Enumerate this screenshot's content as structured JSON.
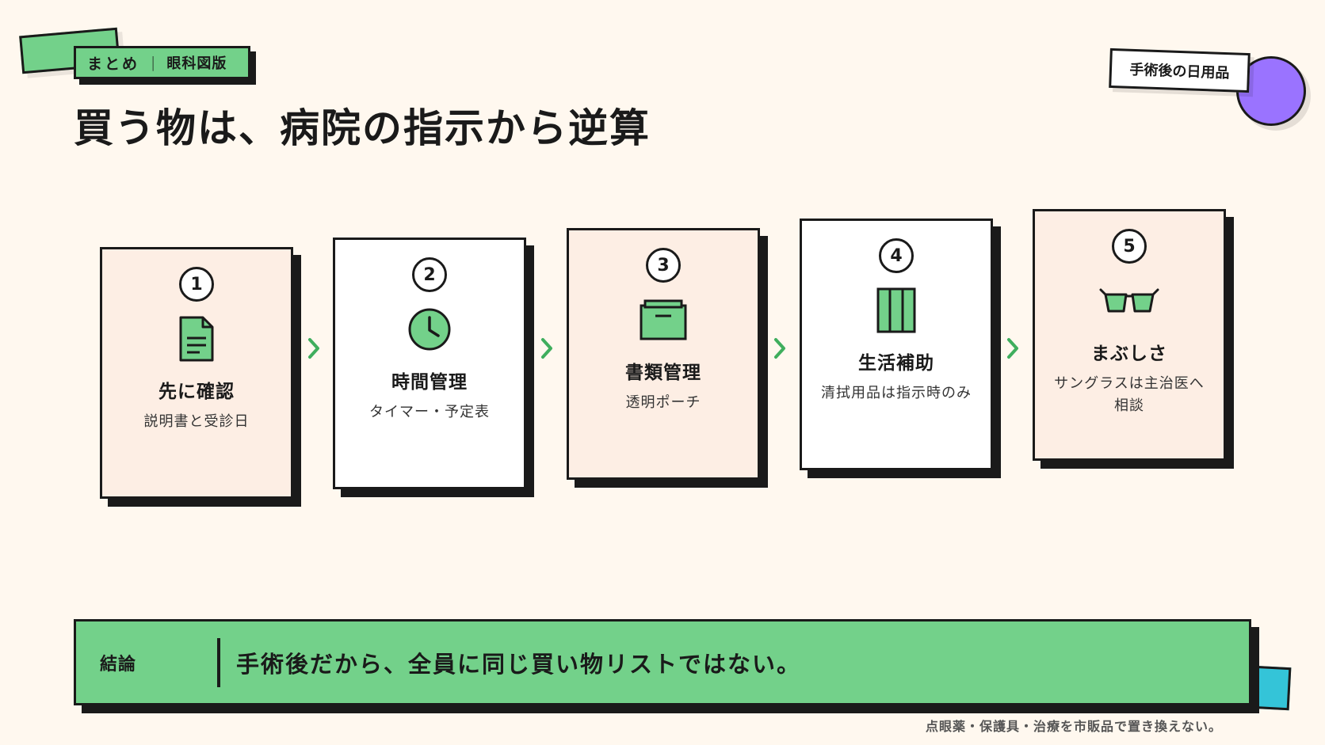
{
  "header": {
    "tag_label": "まとめ",
    "tag_separator": "|",
    "tag_sub": "眼科図版",
    "title": "買う物は、病院の指示から逆算"
  },
  "badge": {
    "label": "手術後の日用品"
  },
  "steps": [
    {
      "num": "1",
      "title": "先に確認",
      "desc": "説明書と受診日",
      "icon": "document-icon"
    },
    {
      "num": "2",
      "title": "時間管理",
      "desc": "タイマー・予定表",
      "icon": "clock-icon"
    },
    {
      "num": "3",
      "title": "書類管理",
      "desc": "透明ポーチ",
      "icon": "pouch-icon"
    },
    {
      "num": "4",
      "title": "生活補助",
      "desc": "清拭用品は指示時のみ",
      "icon": "panel-icon"
    },
    {
      "num": "5",
      "title": "まぶしさ",
      "desc": "サングラスは主治医へ相談",
      "icon": "sunglasses-icon"
    }
  ],
  "conclusion": {
    "label": "結論",
    "message": "手術後だから、全員に同じ買い物リストではない。"
  },
  "footnote": "点眼薬・保護具・治療を市販品で置き換えない。",
  "colors": {
    "background": "#fff8ef",
    "accent_green": "#73d18a",
    "accent_purple": "#9a73ff",
    "accent_cyan": "#34c4d8",
    "card_pink": "#fdeee4",
    "ink": "#1a1a1a"
  }
}
